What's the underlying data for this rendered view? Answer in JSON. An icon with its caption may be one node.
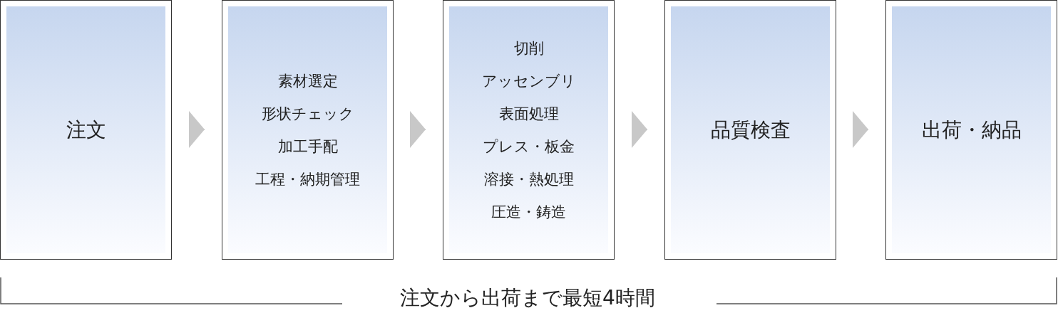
{
  "diagram": {
    "nodes": [
      {
        "text": [
          "注文"
        ]
      },
      {
        "text": [
          "素材選定",
          "形状チェック",
          "加工手配",
          "工程・納期管理"
        ]
      },
      {
        "text": [
          "切削",
          "アッセンブリ",
          "表面処理",
          "プレス・板金",
          "溶接・熱処理",
          "圧造・鋳造"
        ]
      },
      {
        "text": [
          "品質検査"
        ]
      },
      {
        "text": [
          "出荷・納品"
        ]
      }
    ],
    "edges": [
      {
        "from": 0,
        "to": 1,
        "arrow": "to"
      },
      {
        "from": 1,
        "to": 2,
        "arrow": "to"
      },
      {
        "from": 2,
        "to": 3,
        "arrow": "to"
      },
      {
        "from": 3,
        "to": 4,
        "arrow": "to"
      }
    ],
    "labels": [
      "注文から出荷まで最短4時間"
    ]
  }
}
